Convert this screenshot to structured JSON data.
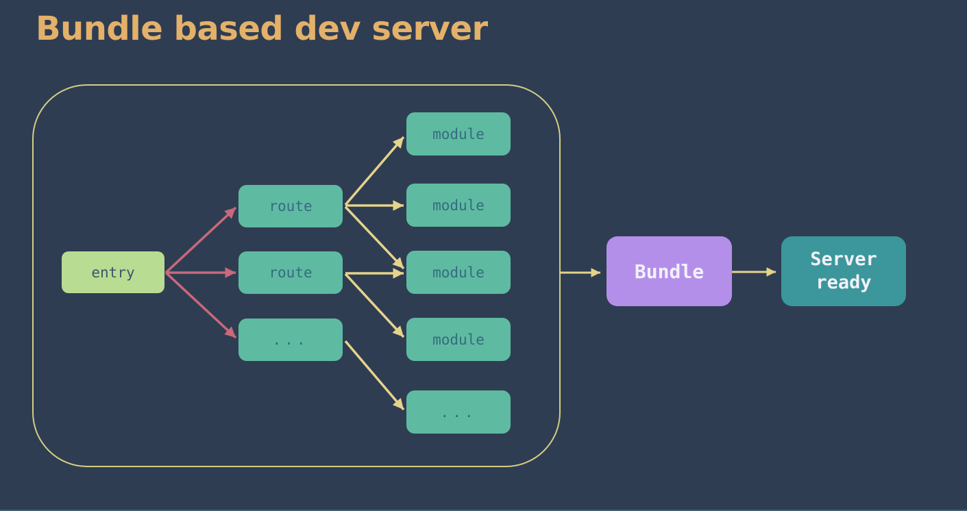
{
  "title": "Bundle based dev server",
  "colors": {
    "background": "#2f3d53",
    "title_text": "#e3b169",
    "container_border": "#d3ce82",
    "entry_fill": "#b8dc92",
    "entry_text": "#3a566b",
    "route_module_fill": "#5ebba1",
    "route_module_text": "#356b80",
    "bundle_fill": "#b48fea",
    "server_ready_fill": "#3b979b",
    "light_text": "#f2f1fa",
    "arrow_red": "#c9697a",
    "arrow_yellow": "#e6d38b"
  },
  "diagram": {
    "nodes": {
      "entry": {
        "label": "entry"
      },
      "route1": {
        "label": "route"
      },
      "route2": {
        "label": "route"
      },
      "route3": {
        "label": "..."
      },
      "module1": {
        "label": "module"
      },
      "module2": {
        "label": "module"
      },
      "module3": {
        "label": "module"
      },
      "module4": {
        "label": "module"
      },
      "module5": {
        "label": "..."
      },
      "bundle": {
        "label": "Bundle"
      },
      "server_ready": {
        "line1": "Server",
        "line2": "ready"
      }
    },
    "edges": [
      {
        "from": "entry",
        "to": "route1",
        "color": "red"
      },
      {
        "from": "entry",
        "to": "route2",
        "color": "red"
      },
      {
        "from": "entry",
        "to": "route3",
        "color": "red"
      },
      {
        "from": "route1",
        "to": "module1",
        "color": "yellow"
      },
      {
        "from": "route1",
        "to": "module2",
        "color": "yellow"
      },
      {
        "from": "route1",
        "to": "module3",
        "color": "yellow"
      },
      {
        "from": "route2",
        "to": "module3",
        "color": "yellow"
      },
      {
        "from": "route2",
        "to": "module4",
        "color": "yellow"
      },
      {
        "from": "route3",
        "to": "module5",
        "color": "yellow"
      },
      {
        "from": "container",
        "to": "bundle",
        "color": "yellow"
      },
      {
        "from": "bundle",
        "to": "server_ready",
        "color": "yellow"
      }
    ]
  }
}
